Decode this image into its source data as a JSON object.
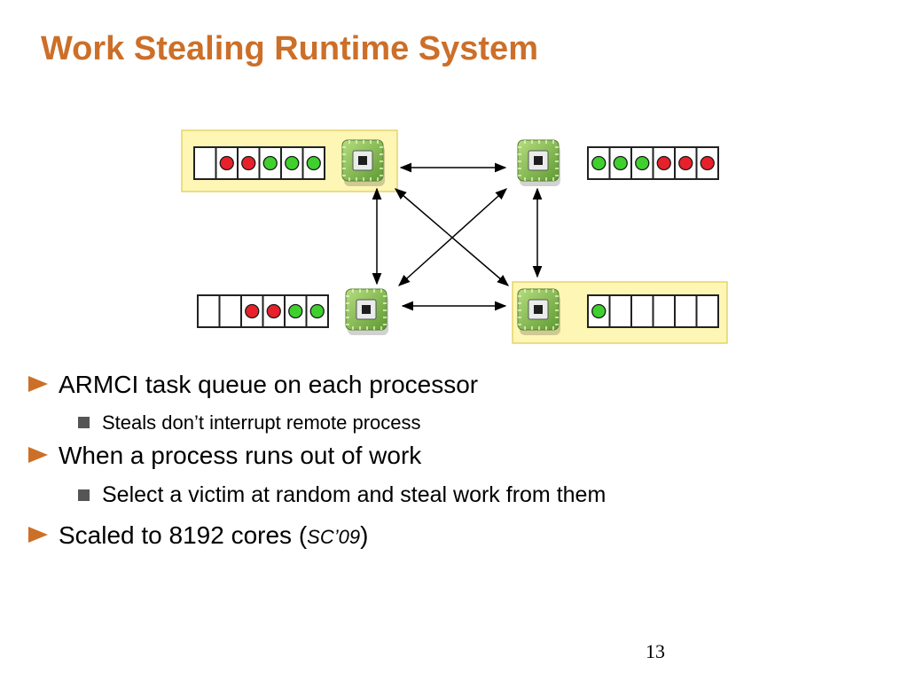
{
  "slide": {
    "title": "Work Stealing Runtime System",
    "page_number": "13"
  },
  "bullets": [
    {
      "text": "ARMCI task queue on each processor",
      "sub": [
        "Steals don’t interrupt remote process"
      ]
    },
    {
      "text": "When a process runs out of work",
      "sub": [
        "Select a victim at random and steal work from them"
      ]
    },
    {
      "text_prefix": "Scaled to 8192 cores (",
      "text_italic": "SC’09",
      "text_suffix": ")",
      "sub": []
    }
  ],
  "diagram": {
    "colors": {
      "accent": "#cc6f28",
      "highlight_fill": "#fdf6b4",
      "highlight_border": "#e6d36a",
      "task_red": "#e8202a",
      "task_green": "#3fd02e",
      "chip_green": "#7fb34c"
    },
    "processors": [
      {
        "id": "top-left",
        "highlighted": true,
        "queue": [
          "empty",
          "red",
          "red",
          "green",
          "green",
          "green"
        ]
      },
      {
        "id": "top-right",
        "highlighted": false,
        "queue": [
          "green",
          "green",
          "green",
          "red",
          "red",
          "red"
        ]
      },
      {
        "id": "bottom-left",
        "highlighted": false,
        "queue": [
          "empty",
          "empty",
          "red",
          "red",
          "green",
          "green"
        ]
      },
      {
        "id": "bottom-right",
        "highlighted": true,
        "queue": [
          "green",
          "empty",
          "empty",
          "empty",
          "empty",
          "empty"
        ]
      }
    ],
    "connections": [
      [
        "top-left",
        "top-right"
      ],
      [
        "top-left",
        "bottom-left"
      ],
      [
        "top-left",
        "bottom-right"
      ],
      [
        "top-right",
        "bottom-left"
      ],
      [
        "top-right",
        "bottom-right"
      ],
      [
        "bottom-left",
        "bottom-right"
      ]
    ]
  }
}
